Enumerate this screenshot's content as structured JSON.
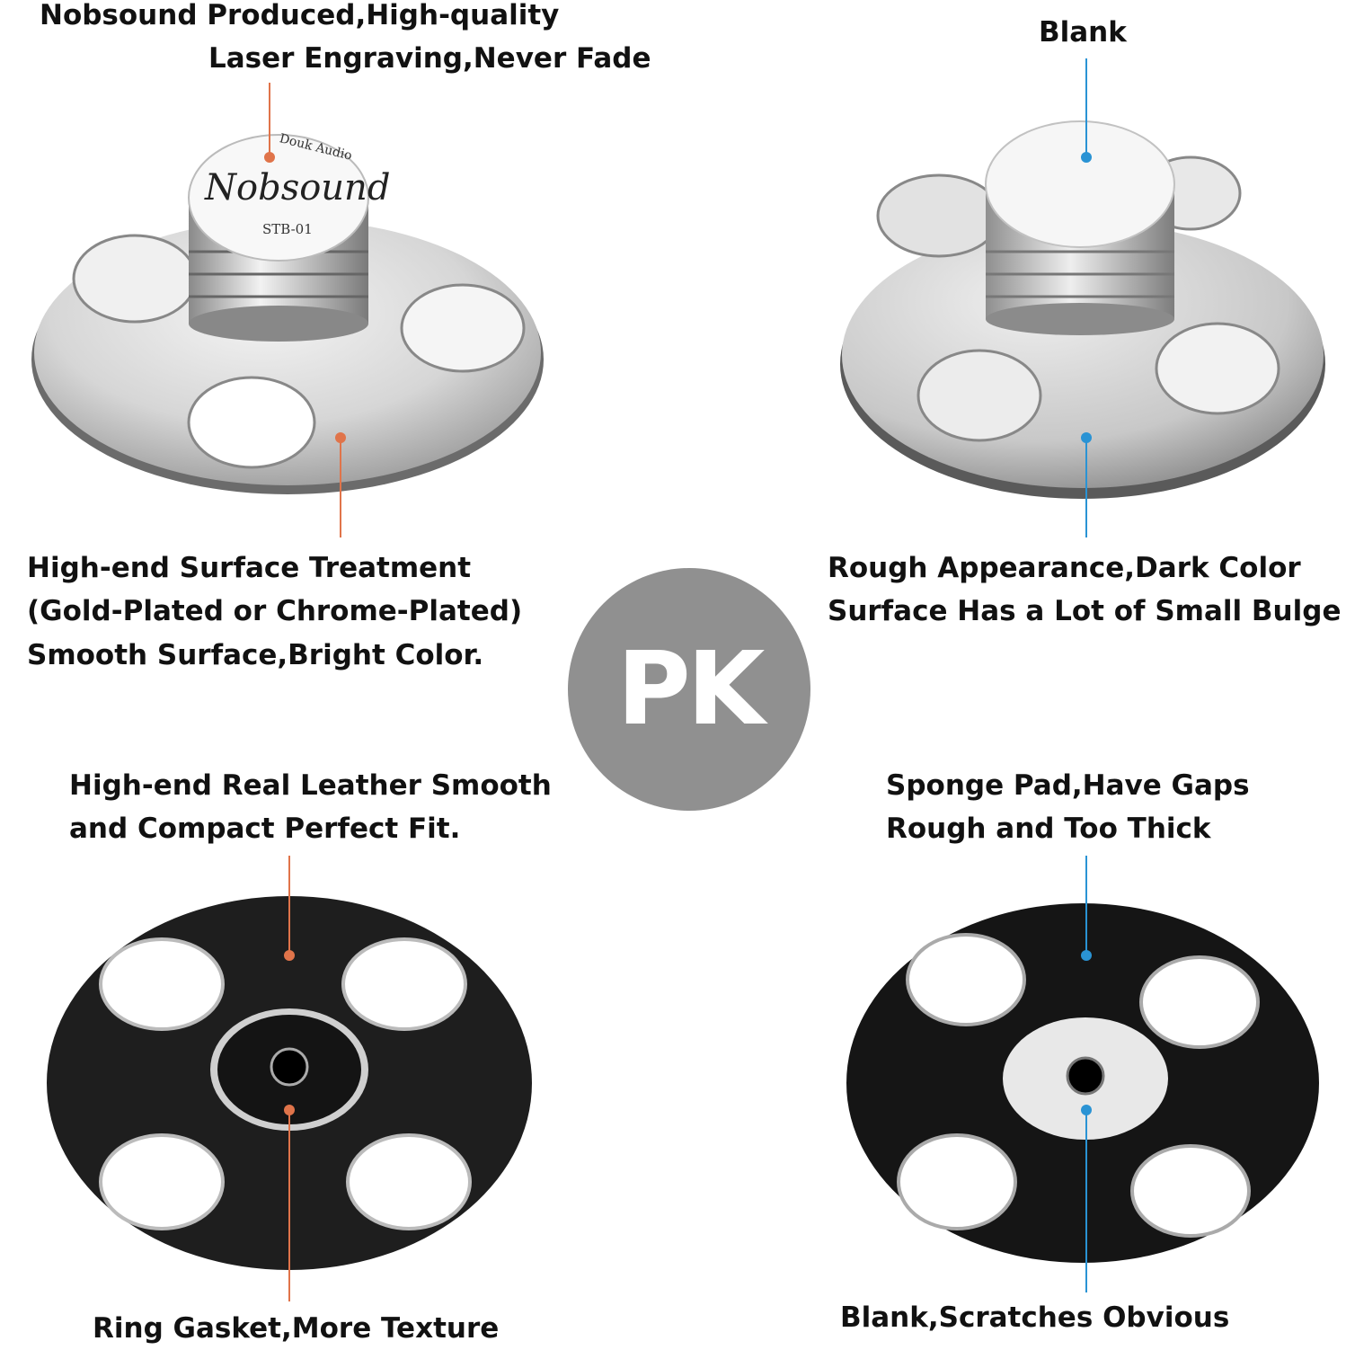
{
  "top_left": {
    "lines": [
      "Nobsound Produced,High-quality",
      "Laser Engraving,Never Fade"
    ],
    "logo": {
      "brand": "Nobsound",
      "maker": "Douk Audio",
      "model": "STB-01"
    }
  },
  "top_right": {
    "lines": [
      "Blank"
    ]
  },
  "mid_left": {
    "lines": [
      "High-end Surface Treatment",
      "(Gold-Plated or Chrome-Plated)",
      "Smooth Surface,Bright Color."
    ]
  },
  "mid_right": {
    "lines": [
      "Rough Appearance,Dark Color",
      "Surface Has a Lot of Small Bulge"
    ]
  },
  "center_badge": {
    "text": "PK",
    "color": "#909090"
  },
  "bottom_left_top": {
    "lines": [
      "High-end Real Leather Smooth",
      "and Compact Perfect Fit."
    ]
  },
  "bottom_right_top": {
    "lines": [
      "Sponge Pad,Have Gaps",
      "Rough and Too Thick"
    ]
  },
  "bottom_left_caption": {
    "text": "Ring Gasket,More Texture"
  },
  "bottom_right_caption": {
    "text": "Blank,Scratches Obvious"
  },
  "colors": {
    "left_callout": "#e0744a",
    "right_callout": "#2a93d4"
  }
}
